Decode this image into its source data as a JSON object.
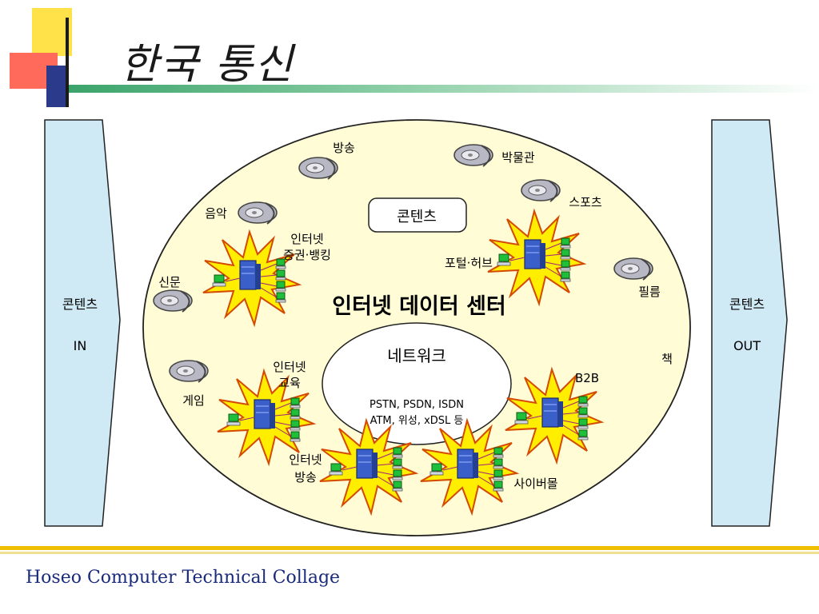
{
  "title": "한국 통신",
  "footer": "Hoseo Computer Technical Collage",
  "left_arrow": {
    "line1": "콘텐츠",
    "line2": "IN"
  },
  "right_arrow": {
    "line1": "콘텐츠",
    "line2": "OUT"
  },
  "center": {
    "data_center": "인터넷 데이터 센터",
    "contents_box": "콘텐츠",
    "network": "네트워크",
    "network_detail1": "PSTN, PSDN, ISDN",
    "network_detail2": "ATM, 위성, xDSL 등"
  },
  "content_items": {
    "broadcast": "방송",
    "museum": "박물관",
    "sports": "스포츠",
    "music": "음악",
    "newspaper": "신문",
    "film": "필름",
    "book": "책",
    "game": "게임"
  },
  "services": {
    "stock_banking_1": "인터넷",
    "stock_banking_2": "증권·뱅킹",
    "portal": "포털·허브",
    "education_1": "인터넷",
    "education_2": "교육",
    "b2b": "B2B",
    "inet_broadcast_1": "인터넷",
    "inet_broadcast_2": "방송",
    "cybermall": "사이버몰"
  },
  "colors": {
    "ellipse_fill": "#fffcd6",
    "arrow_fill": "#cfe9f5",
    "burst_fill": "#ffee00",
    "burst_stroke": "#d44a00",
    "server_blue": "#3b5fc8",
    "pc_green": "#1fbf3a"
  }
}
